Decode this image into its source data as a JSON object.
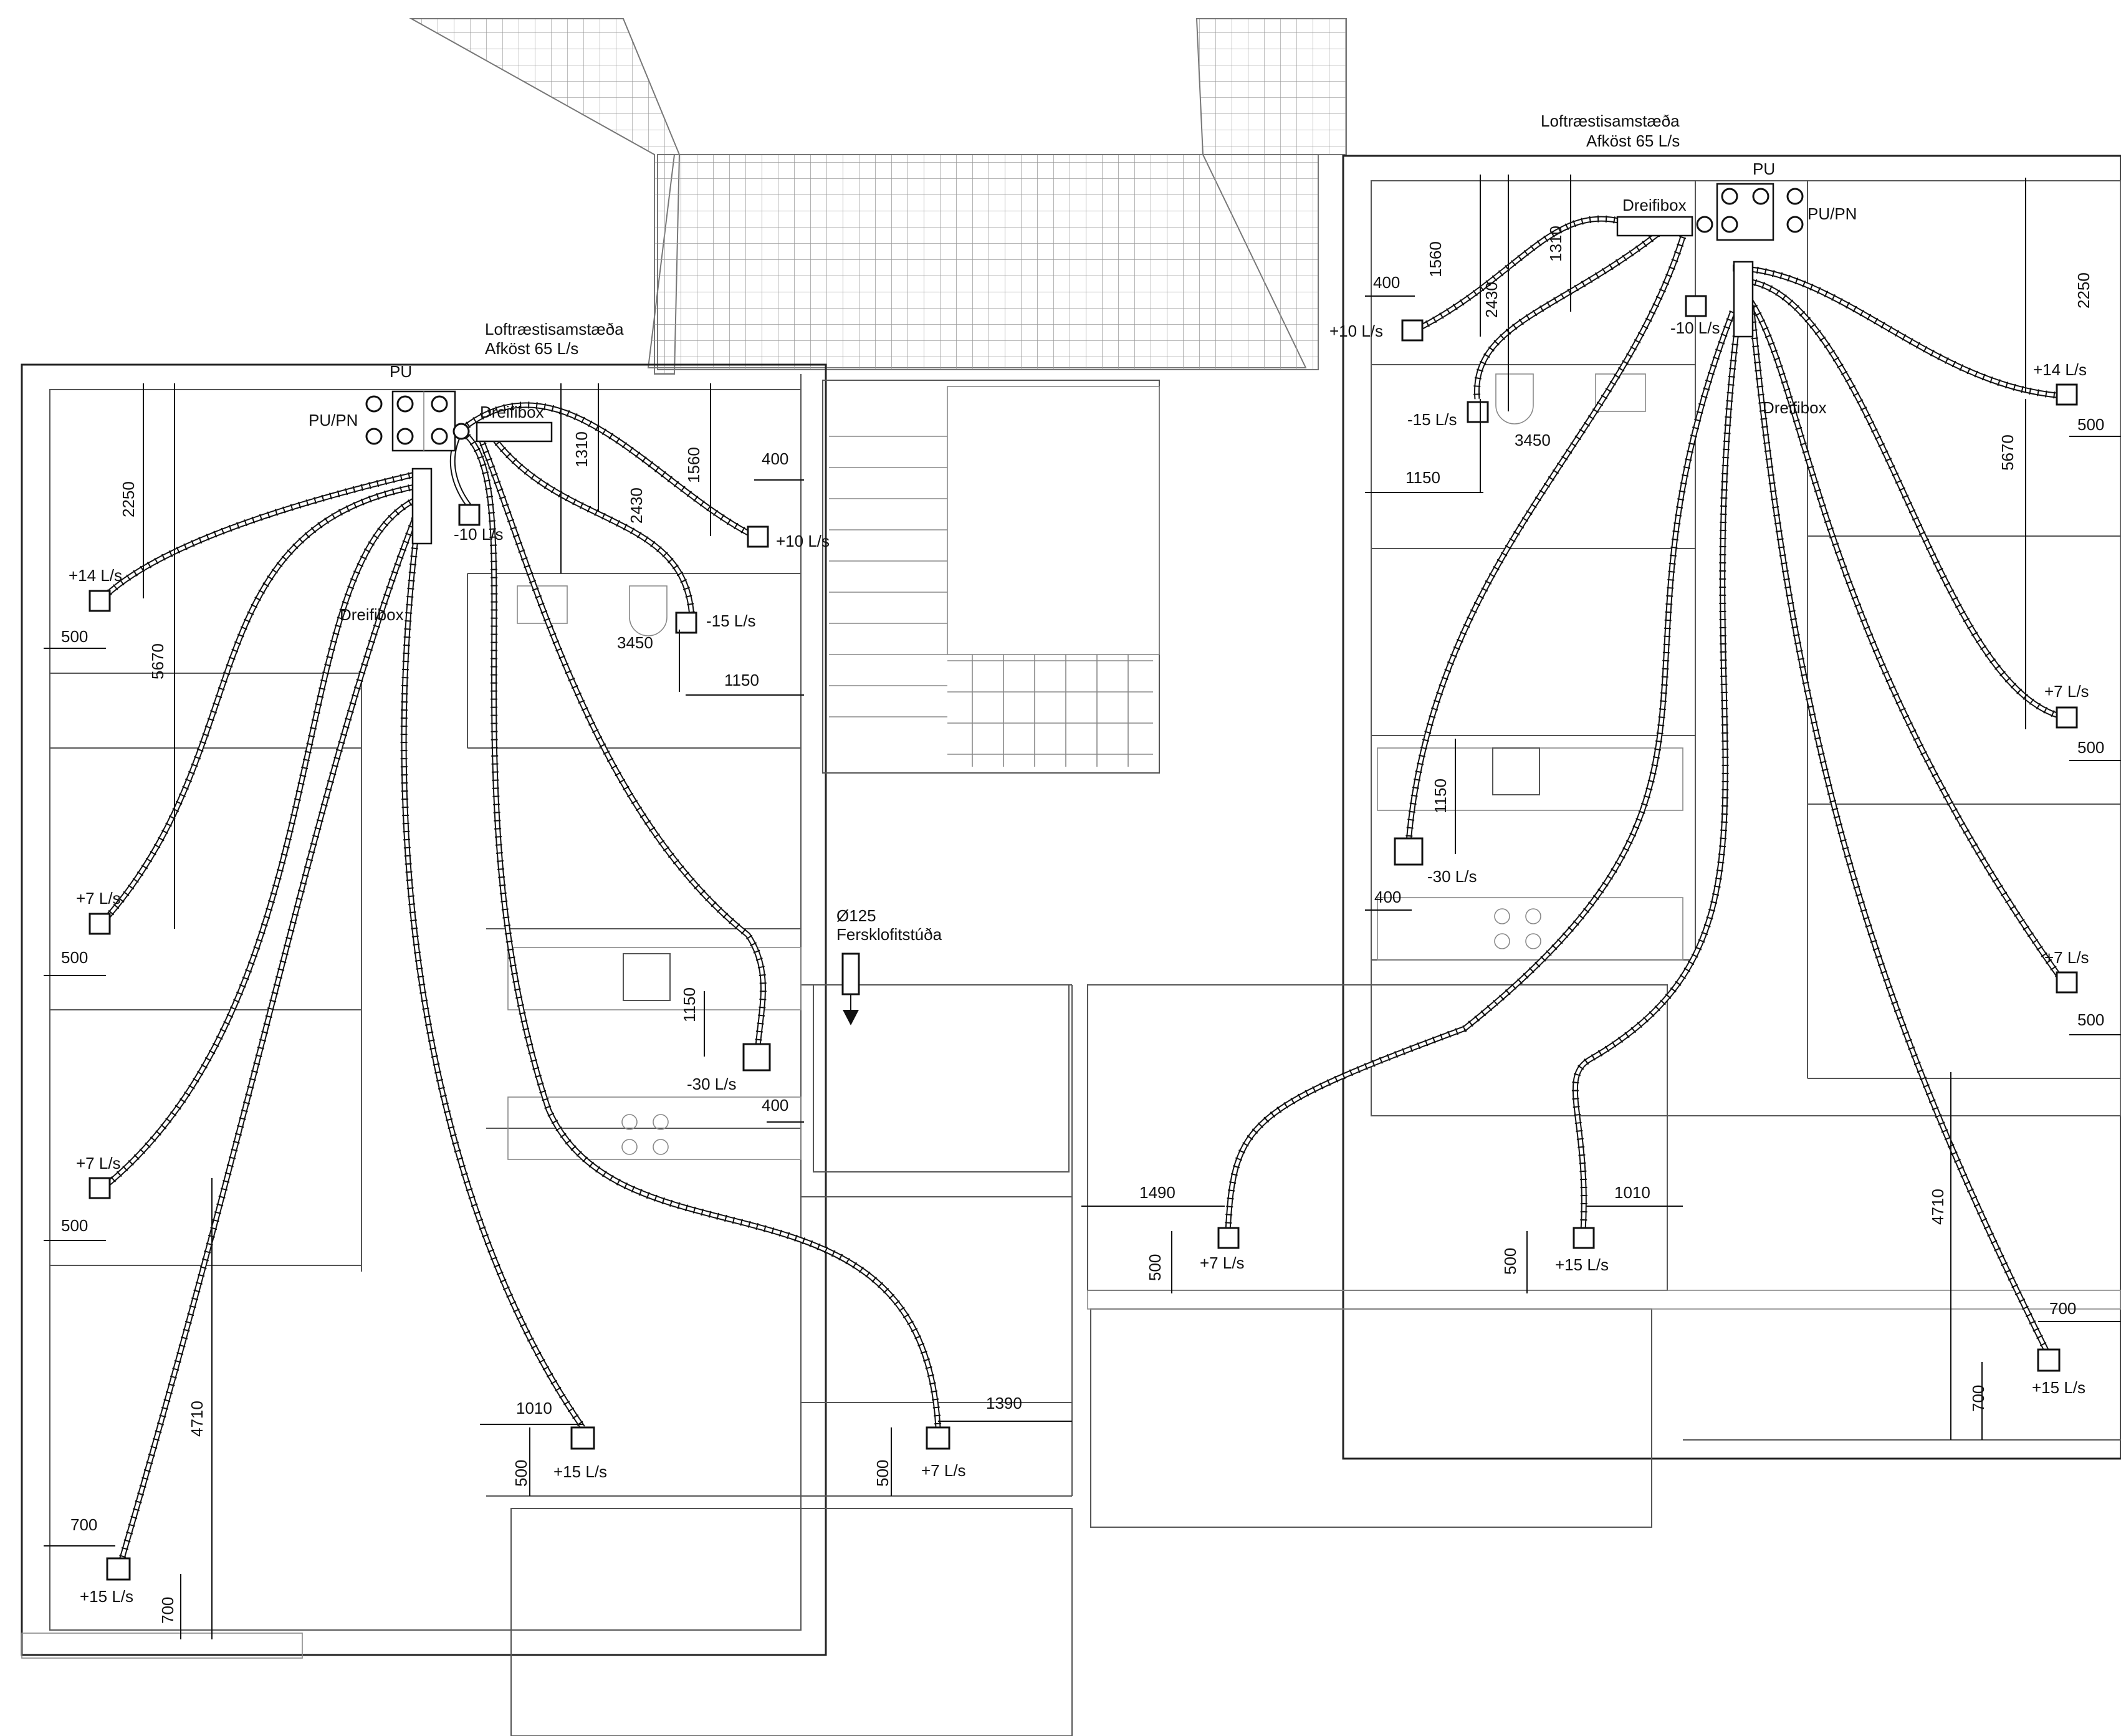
{
  "left_unit": {
    "unit_name": "Loftræstisamstæða",
    "unit_capacity": "Afköst 65 L/s",
    "pu": "PU",
    "pu_pn": "PU/PN",
    "dreifibox_top": "Dreifibox",
    "dreifibox_side": "Dreifibox",
    "valves": {
      "bed1": "+14 L/s",
      "bed2": "+7 L/s",
      "bed3": "+7 L/s",
      "living": "+15 L/s",
      "hall": "+15 L/s",
      "room": "+7 L/s",
      "bath": "-10 L/s",
      "corridor": "+10 L/s",
      "wc": "-15 L/s",
      "kitchen": "-30 L/s"
    },
    "dims": {
      "d2250": "2250",
      "d5670": "5670",
      "d4710": "4710",
      "d500a": "500",
      "d500b": "500",
      "d500c": "500",
      "d700a": "700",
      "d700b": "700",
      "d1310": "1310",
      "d1560": "1560",
      "d2430": "2430",
      "d3450": "3450",
      "d1150a": "1150",
      "d1150b": "1150",
      "d400a": "400",
      "d400b": "400",
      "d1010": "1010",
      "d500d": "500",
      "d1390": "1390",
      "d500e": "500"
    }
  },
  "fresh_air": {
    "size": "Ø125",
    "label": "Fersklofitstúða"
  },
  "right_unit": {
    "unit_name": "Loftræstisamstæða",
    "unit_capacity": "Afköst 65 L/s",
    "pu": "PU",
    "pu_pn": "PU/PN",
    "dreifibox_top": "Dreifibox",
    "dreifibox_side": "Dreifibox",
    "valves": {
      "corridor": "+10 L/s",
      "bath": "-10 L/s",
      "wc": "-15 L/s",
      "bed1": "+14 L/s",
      "bed2": "+7 L/s",
      "bed3": "+7 L/s",
      "kitchen": "-30 L/s",
      "hall": "+7 L/s",
      "living": "+15 L/s",
      "big": "+15 L/s"
    },
    "dims": {
      "d400a": "400",
      "d1560": "1560",
      "d2430": "2430",
      "d1310": "1310",
      "d3450": "3450",
      "d1150a": "1150",
      "d2250": "2250",
      "d500a": "500",
      "d5670": "5670",
      "d500b": "500",
      "d500c": "500",
      "d1150b": "1150",
      "d400b": "400",
      "d1490": "1490",
      "d500d": "500",
      "d1010": "1010",
      "d500e": "500",
      "d4710": "4710",
      "d700a": "700",
      "d700b": "700"
    }
  }
}
